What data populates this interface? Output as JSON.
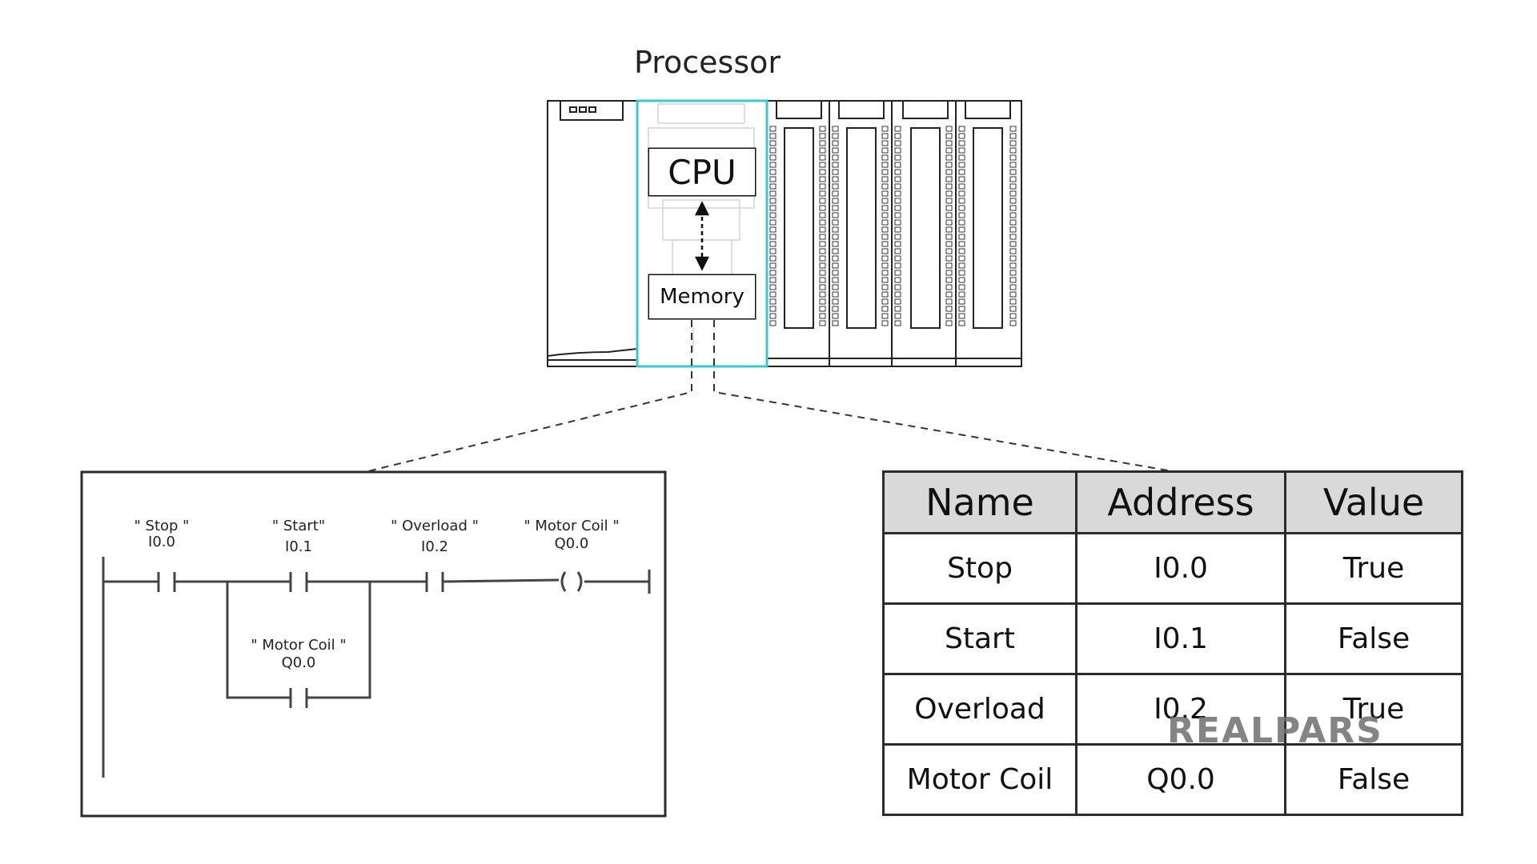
{
  "processor": {
    "title": "Processor",
    "cpu_label": "CPU",
    "memory_label": "Memory",
    "highlight_color": "#3cc8c8"
  },
  "ladder": {
    "contacts": [
      {
        "name": "\" Stop \"",
        "address": "I0.0"
      },
      {
        "name": "\" Start\"",
        "address": "I0.1"
      },
      {
        "name": "\" Overload \"",
        "address": "I0.2"
      },
      {
        "name": "\" Motor Coil \"",
        "address": "Q0.0"
      }
    ],
    "coil": {
      "name": "\" Motor Coil \"",
      "address": "Q0.0"
    }
  },
  "table": {
    "headers": [
      "Name",
      "Address",
      "Value"
    ],
    "rows": [
      [
        "Stop",
        "I0.0",
        "True"
      ],
      [
        "Start",
        "I0.1",
        "False"
      ],
      [
        "Overload",
        "I0.2",
        "True"
      ],
      [
        "Motor Coil",
        "Q0.0",
        "False"
      ]
    ]
  },
  "logo": {
    "text": "REALPARS"
  }
}
